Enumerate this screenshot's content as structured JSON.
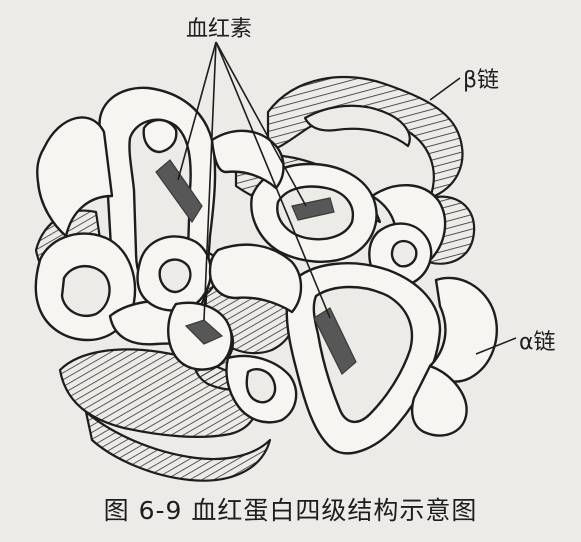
{
  "diagram": {
    "labels": {
      "heme": "血红素",
      "beta_chain": "β链",
      "alpha_chain": "α链"
    },
    "caption": "图 6-9 血红蛋白四级结构示意图"
  },
  "colors": {
    "background": "#ecebe7",
    "line": "#1d1d1d",
    "heme_fill": "#575757",
    "hatch": "#2a2a2a"
  }
}
